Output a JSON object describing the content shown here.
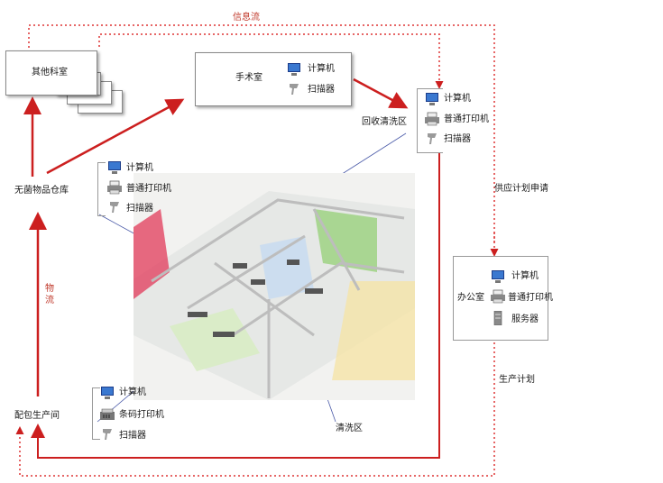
{
  "flows": {
    "info_flow": "信息流",
    "material_flow": "物流",
    "supply_request": "供应计划申请",
    "production_plan": "生产计划"
  },
  "nodes": {
    "other_dept": {
      "label": "其他科室"
    },
    "operating_room": {
      "label": "手术室",
      "devices": [
        "计算机",
        "扫描器"
      ]
    },
    "recycle_wash": {
      "label": "回收清洗区",
      "devices": [
        "计算机",
        "普通打印机",
        "扫描器"
      ]
    },
    "sterile_store": {
      "label": "无菌物品仓库",
      "devices": [
        "计算机",
        "普通打印机",
        "扫描器"
      ]
    },
    "office": {
      "label": "办公室",
      "devices": [
        "计算机",
        "普通打印机",
        "服务器"
      ]
    },
    "packaging": {
      "label": "配包生产间",
      "devices": [
        "计算机",
        "条码打印机",
        "扫描器"
      ]
    },
    "wash_area": {
      "label": "清洗区"
    }
  },
  "colors": {
    "arrow_red": "#cc1f1f",
    "dotted_red": "#d33",
    "leader_blue": "#4a5aa8"
  },
  "icons": [
    "computer-icon",
    "printer-icon",
    "scanner-icon",
    "server-icon",
    "barcode-printer-icon"
  ]
}
